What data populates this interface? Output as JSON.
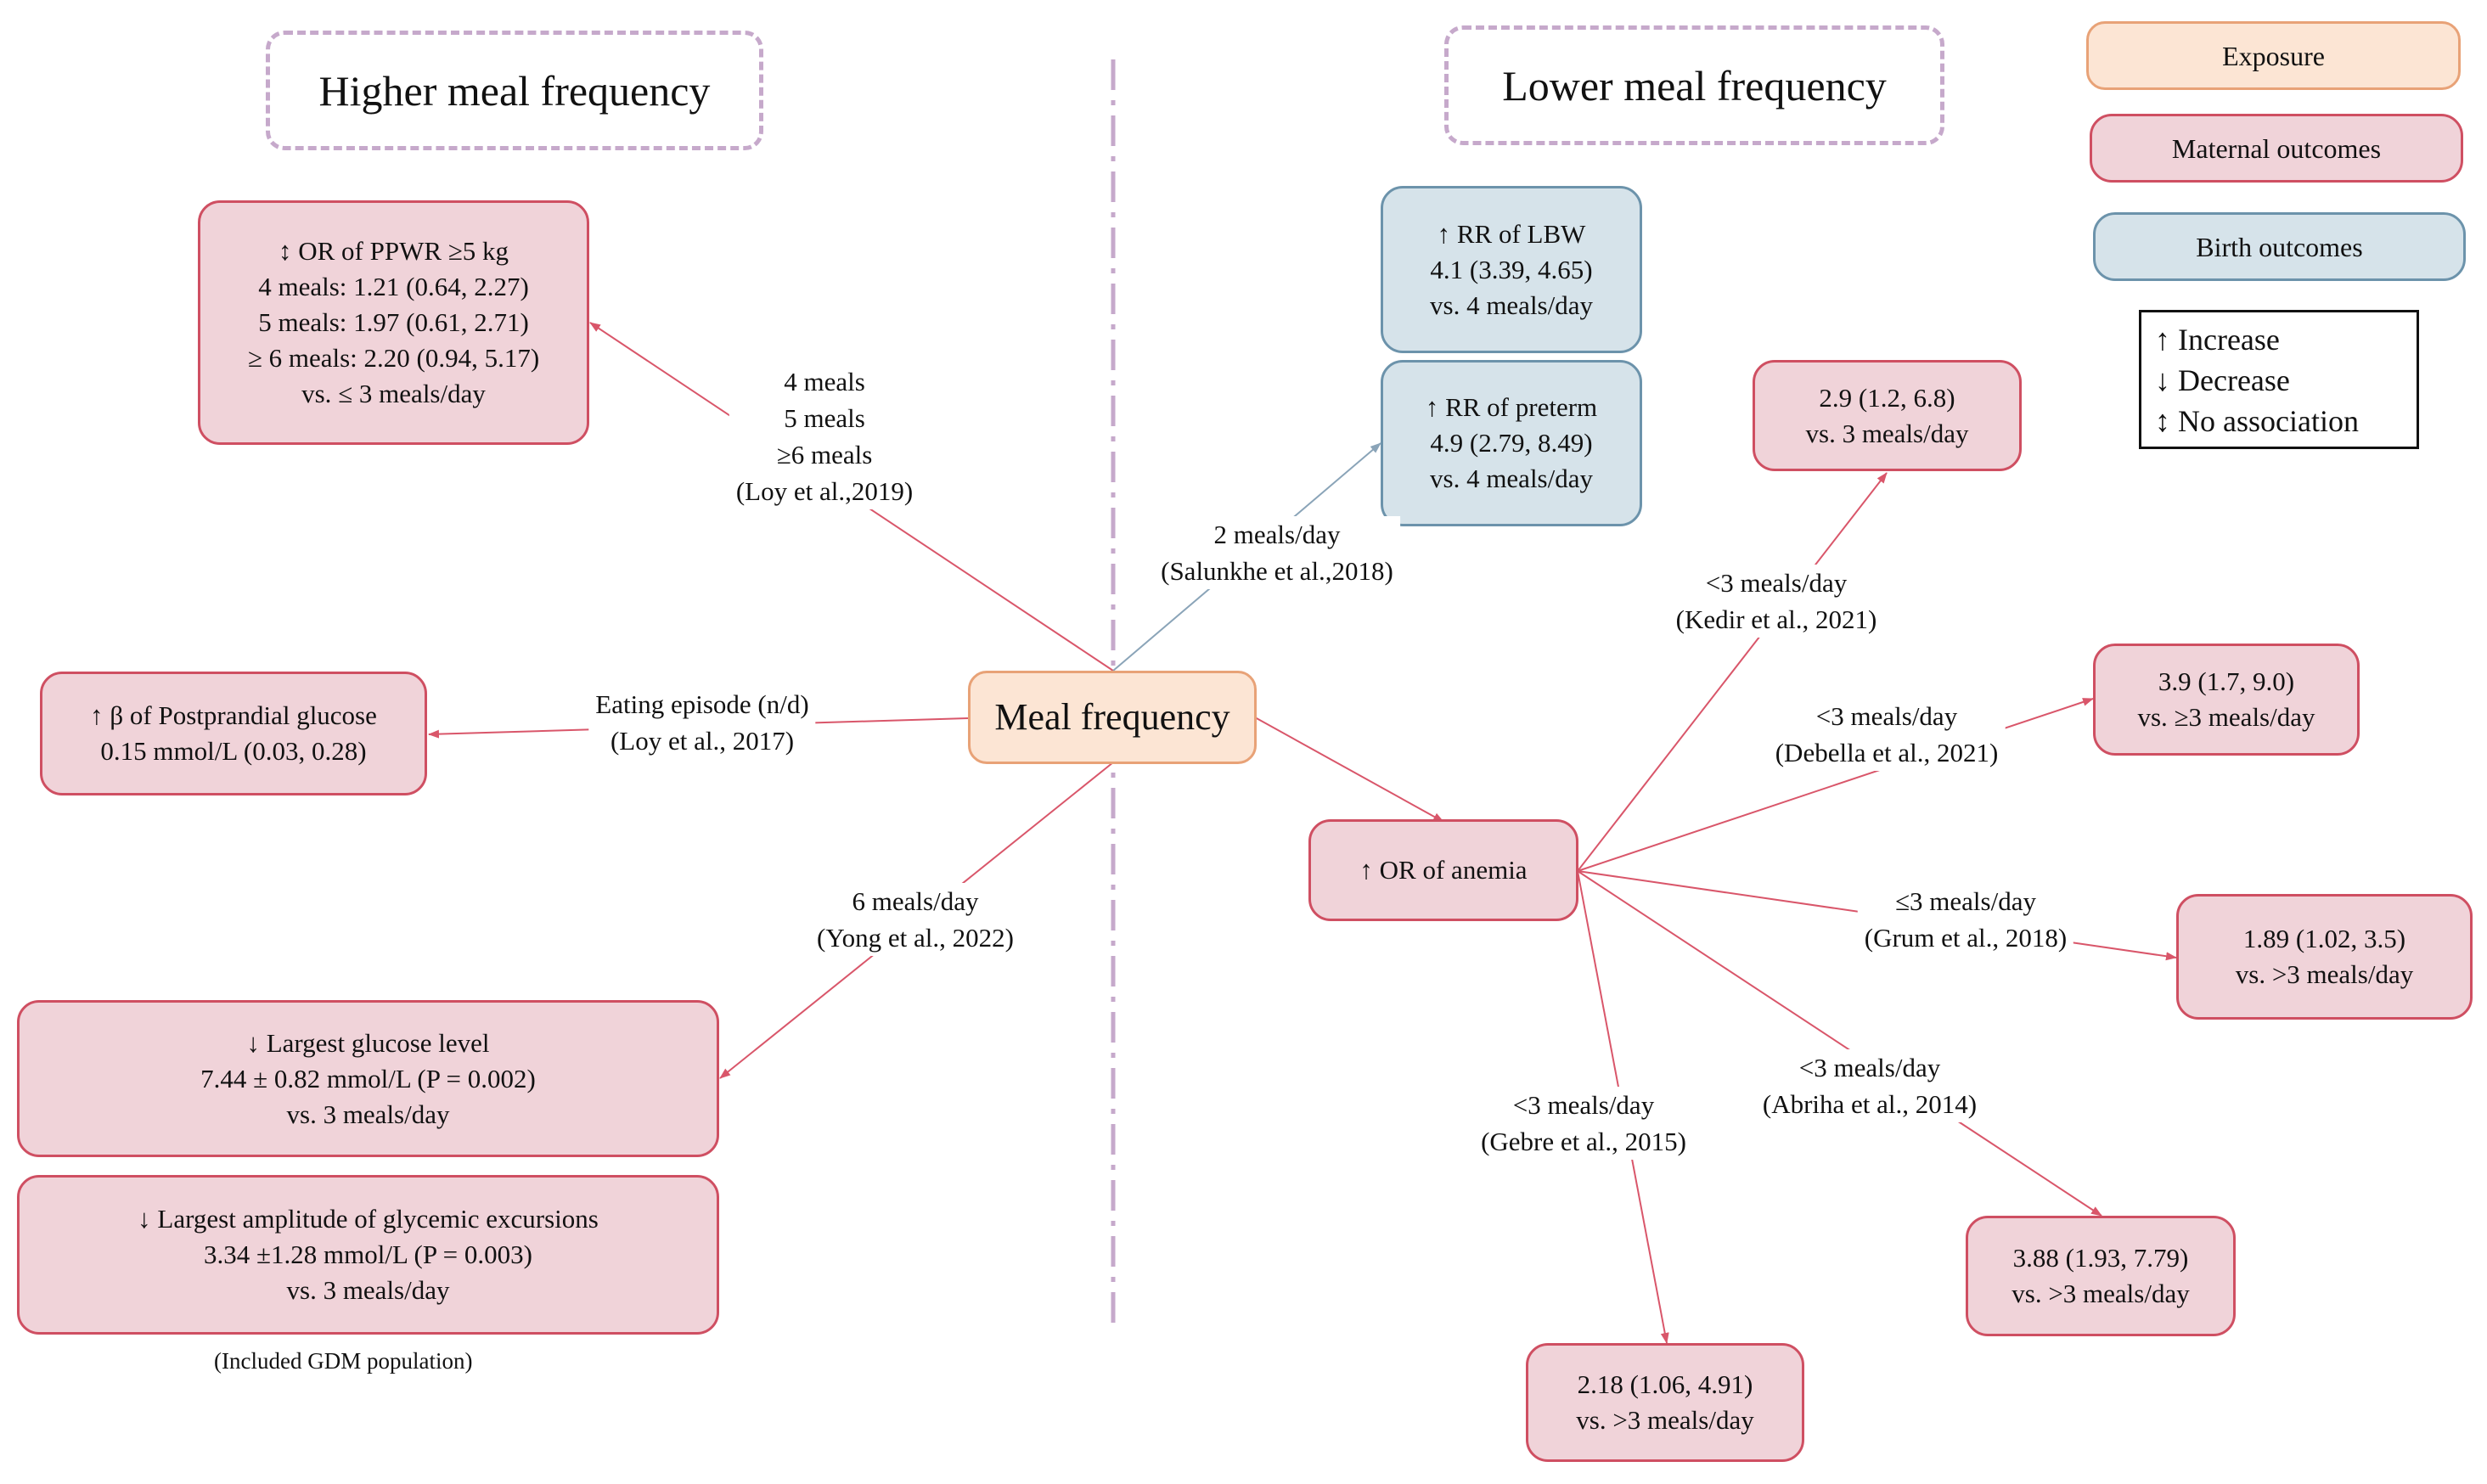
{
  "headings": {
    "higher": "Higher meal frequency",
    "lower": "Lower meal frequency"
  },
  "legend": {
    "exposure": "Exposure",
    "maternal": "Maternal outcomes",
    "birth": "Birth outcomes",
    "increase": "↑ Increase",
    "decrease": "↓ Decrease",
    "no_association": "↕ No association"
  },
  "center": "Meal frequency",
  "outcomes": {
    "ppwr": [
      "↕ OR of PPWR ≥5 kg",
      "4 meals: 1.21 (0.64, 2.27)",
      "5 meals: 1.97 (0.61, 2.71)",
      "≥ 6 meals: 2.20 (0.94, 5.17)",
      "vs. ≤ 3 meals/day"
    ],
    "glucose_beta": [
      "↑ β  of Postprandial glucose",
      "0.15 mmol/L (0.03, 0.28)"
    ],
    "largest_glucose": [
      "↓ Largest glucose level",
      "7.44 ± 0.82 mmol/L (P = 0.002)",
      "vs. 3 meals/day"
    ],
    "glycemic_amplitude": [
      "↓ Largest amplitude of glycemic excursions",
      "3.34 ±1.28 mmol/L (P = 0.003)",
      "vs. 3 meals/day"
    ],
    "gdm_note": "(Included GDM population)",
    "lbw": [
      "↑ RR of LBW",
      "4.1 (3.39, 4.65)",
      "vs. 4 meals/day"
    ],
    "preterm": [
      "↑ RR of preterm",
      "4.9 (2.79, 8.49)",
      "vs. 4 meals/day"
    ],
    "anemia": "↑ OR of anemia",
    "kedir_result": [
      "2.9 (1.2, 6.8)",
      "vs. 3 meals/day"
    ],
    "debella_result": [
      "3.9 (1.7, 9.0)",
      "vs. ≥3 meals/day"
    ],
    "grum_result": [
      "1.89 (1.02, 3.5)",
      "vs. >3 meals/day"
    ],
    "abriha_result": [
      "3.88 (1.93, 7.79)",
      "vs. >3 meals/day"
    ],
    "gebre_result": [
      "2.18 (1.06, 4.91)",
      "vs. >3 meals/day"
    ]
  },
  "edge_labels": {
    "loy2019": [
      "4 meals",
      "5 meals",
      "≥6 meals",
      "(Loy et al.,2019)"
    ],
    "loy2017": [
      "Eating episode (n/d)",
      "(Loy et al., 2017)"
    ],
    "yong2022": [
      "6 meals/day",
      "(Yong et al., 2022)"
    ],
    "salunkhe2018": [
      "2 meals/day",
      "(Salunkhe et al.,2018)"
    ],
    "kedir2021": [
      "<3 meals/day",
      "(Kedir et al., 2021)"
    ],
    "debella2021": [
      "<3 meals/day",
      "(Debella et al., 2021)"
    ],
    "grum2018": [
      "≤3 meals/day",
      "(Grum et al., 2018)"
    ],
    "abriha2014": [
      "<3 meals/day",
      "(Abriha et al., 2014)"
    ],
    "gebre2015": [
      "<3 meals/day",
      "(Gebre et al., 2015)"
    ]
  },
  "colors": {
    "maternal_fill": "#f0d3d9",
    "maternal_border": "#cf4f62",
    "birth_fill": "#d6e3ea",
    "birth_border": "#6c93ab",
    "exposure_fill": "#fce5d4",
    "exposure_border": "#e8a277",
    "heading_border": "#c6a9cb",
    "maternal_arrow": "#d9566a",
    "birth_arrow": "#8aa4b8"
  }
}
